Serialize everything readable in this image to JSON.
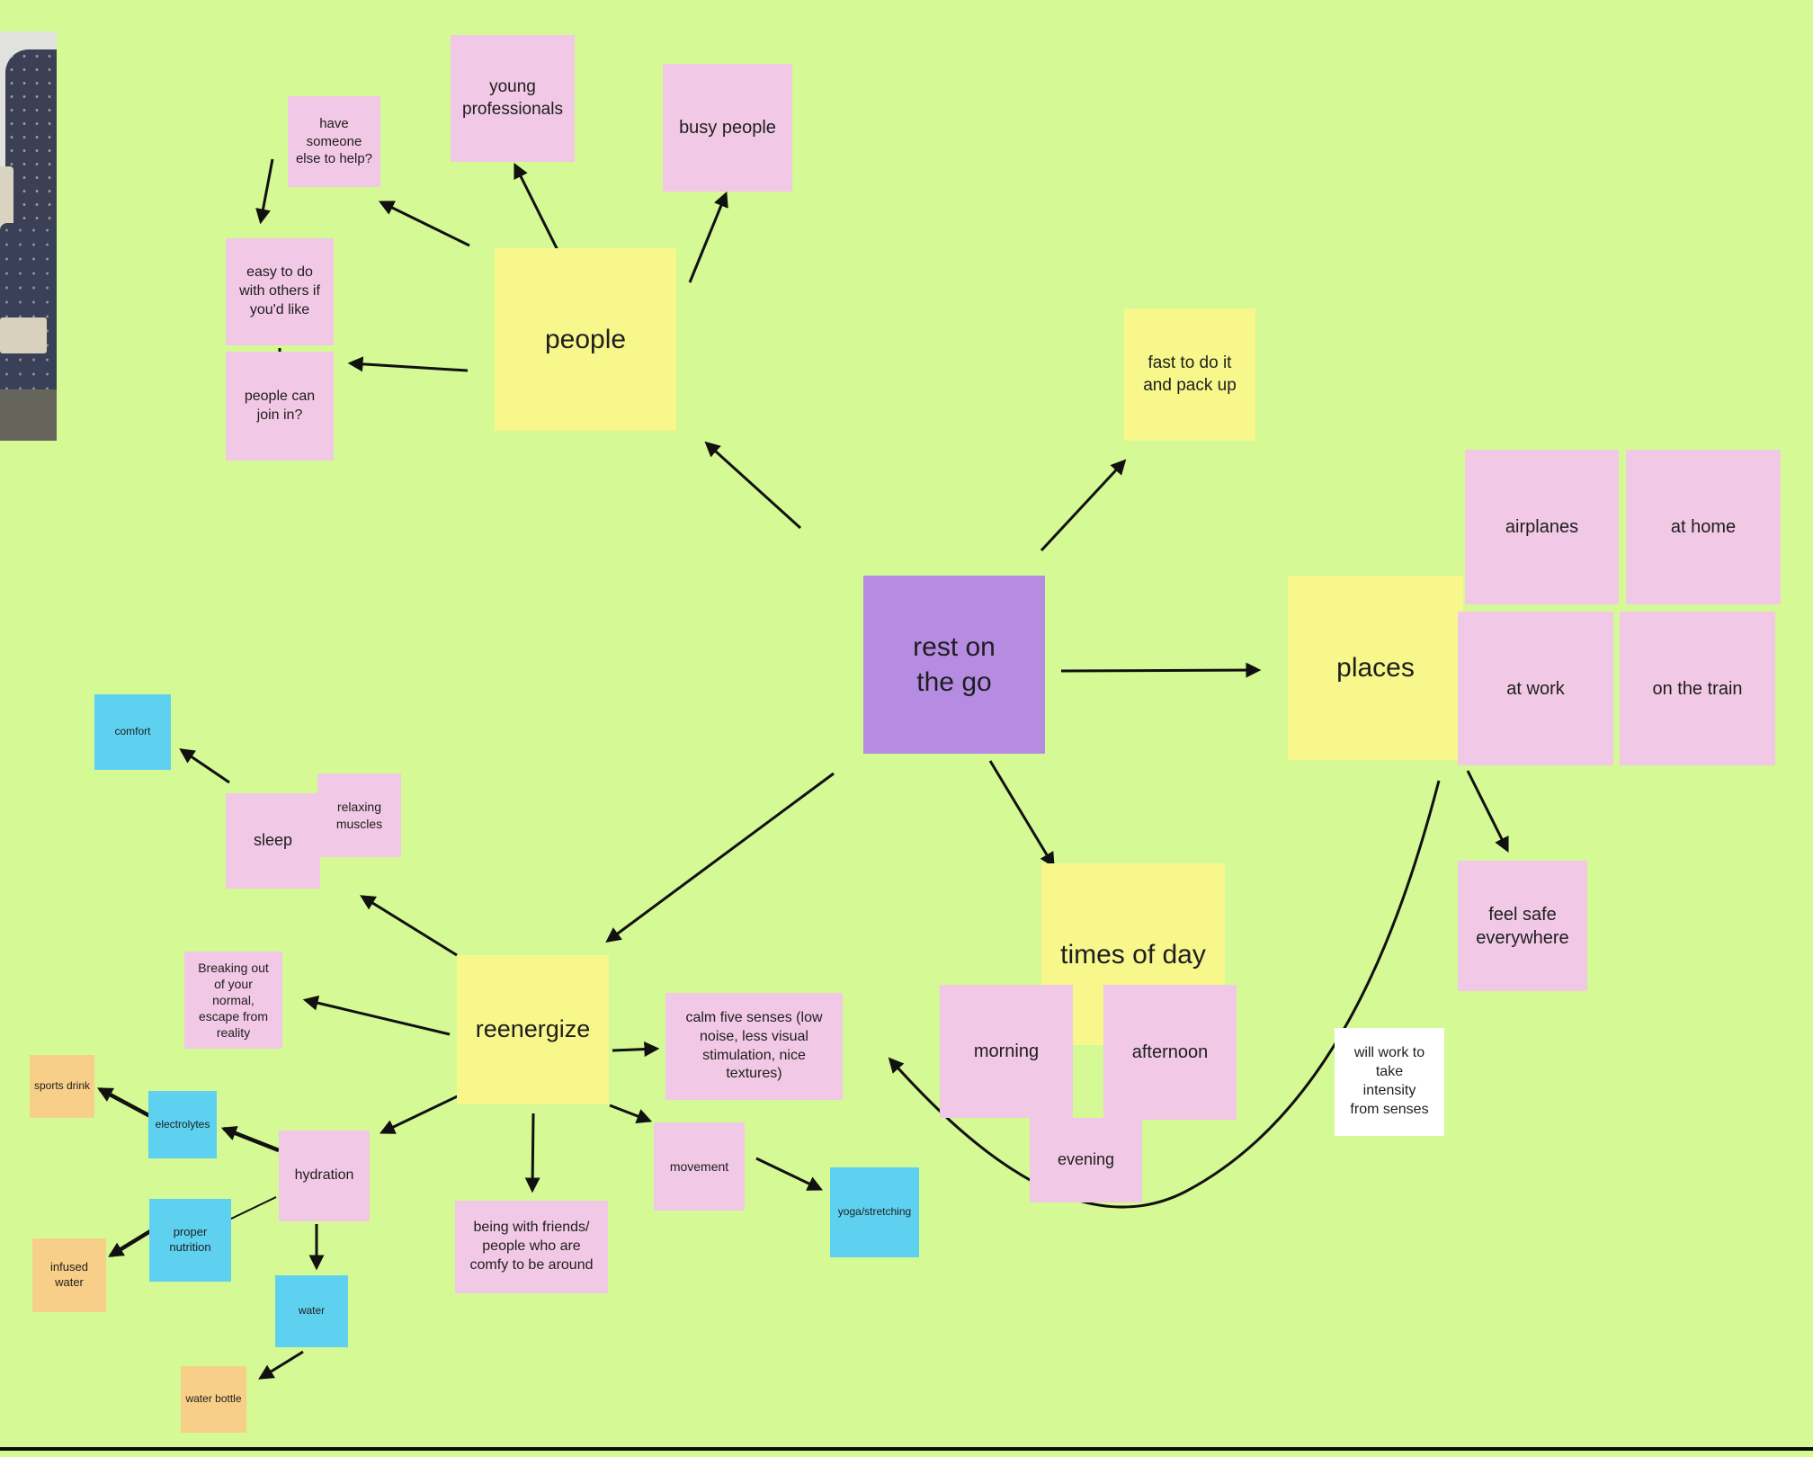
{
  "palette": {
    "canvas_green": "#d5f994",
    "sticky_yellow": "#f7f78c",
    "sticky_pink": "#f1c8e5",
    "sticky_purple": "#b58ce2",
    "sticky_blue": "#5ed1f1",
    "sticky_orange": "#f8cf88",
    "sticky_white": "#ffffff",
    "connector_black": "#111111"
  },
  "images": {
    "airplane_seat": {
      "name": "airplane-seat-photo"
    }
  },
  "notes": {
    "rest_on_the_go": {
      "text": "rest on\nthe go",
      "color": "purple"
    },
    "people": {
      "text": "people",
      "color": "yellow"
    },
    "places": {
      "text": "places",
      "color": "yellow"
    },
    "times_of_day": {
      "text": "times of day",
      "color": "yellow"
    },
    "reenergize": {
      "text": "reenergize",
      "color": "yellow"
    },
    "fast_to_do": {
      "text": "fast to do it\nand pack up",
      "color": "yellow"
    },
    "have_someone": {
      "text": "have\nsomeone\nelse to help?",
      "color": "pink"
    },
    "young_professionals": {
      "text": "young\nprofessionals",
      "color": "pink"
    },
    "busy_people": {
      "text": "busy people",
      "color": "pink"
    },
    "easy_to_do": {
      "text": "easy to do\nwith others if\nyou'd like",
      "color": "pink"
    },
    "people_can_join": {
      "text": "people can\njoin in?",
      "color": "pink"
    },
    "airplanes": {
      "text": "airplanes",
      "color": "pink"
    },
    "at_home": {
      "text": "at home",
      "color": "pink"
    },
    "at_work": {
      "text": "at work",
      "color": "pink"
    },
    "on_the_train": {
      "text": "on the train",
      "color": "pink"
    },
    "feel_safe": {
      "text": "feel safe\neverywhere",
      "color": "pink"
    },
    "will_work": {
      "text": "will work to\ntake\nintensity\nfrom senses",
      "color": "white"
    },
    "morning": {
      "text": "morning",
      "color": "pink"
    },
    "afternoon": {
      "text": "afternoon",
      "color": "pink"
    },
    "evening": {
      "text": "evening",
      "color": "pink"
    },
    "comfort": {
      "text": "comfort",
      "color": "blue"
    },
    "sleep": {
      "text": "sleep",
      "color": "pink"
    },
    "relaxing_muscles": {
      "text": "relaxing\nmuscles",
      "color": "pink"
    },
    "breaking_out": {
      "text": "Breaking out\nof your\nnormal,\nescape from\nreality",
      "color": "pink"
    },
    "calm_five_senses": {
      "text": "calm five senses (low\nnoise, less visual\nstimulation, nice\ntextures)",
      "color": "pink"
    },
    "movement": {
      "text": "movement",
      "color": "pink"
    },
    "yoga_stretching": {
      "text": "yoga/stretching",
      "color": "blue"
    },
    "electrolytes": {
      "text": "electrolytes",
      "color": "blue"
    },
    "sports_drink": {
      "text": "sports drink",
      "color": "orange"
    },
    "hydration": {
      "text": "hydration",
      "color": "pink"
    },
    "proper_nutrition": {
      "text": "proper\nnutrition",
      "color": "blue"
    },
    "infused_water": {
      "text": "infused\nwater",
      "color": "orange"
    },
    "water": {
      "text": "water",
      "color": "blue"
    },
    "water_bottle": {
      "text": "water bottle",
      "color": "orange"
    },
    "being_with_friends": {
      "text": "being with friends/\npeople who are\ncomfy to be around",
      "color": "pink"
    }
  },
  "connectors": [
    {
      "from": "people",
      "to": "have_someone"
    },
    {
      "from": "people",
      "to": "young_professionals"
    },
    {
      "from": "people",
      "to": "busy_people"
    },
    {
      "from": "people",
      "to": "people_can_join"
    },
    {
      "from": "have_someone",
      "to": "easy_to_do"
    },
    {
      "from": "easy_to_do",
      "to": "people_can_join"
    },
    {
      "from": "rest_on_the_go",
      "to": "people"
    },
    {
      "from": "rest_on_the_go",
      "to": "fast_to_do"
    },
    {
      "from": "rest_on_the_go",
      "to": "places"
    },
    {
      "from": "rest_on_the_go",
      "to": "times_of_day"
    },
    {
      "from": "rest_on_the_go",
      "to": "reenergize"
    },
    {
      "from": "places",
      "to": "feel_safe"
    },
    {
      "from": "places",
      "to": "calm_five_senses",
      "style": "curved"
    },
    {
      "from": "reenergize",
      "to": "sleep"
    },
    {
      "from": "reenergize",
      "to": "breaking_out"
    },
    {
      "from": "reenergize",
      "to": "calm_five_senses"
    },
    {
      "from": "reenergize",
      "to": "movement"
    },
    {
      "from": "reenergize",
      "to": "hydration"
    },
    {
      "from": "reenergize",
      "to": "being_with_friends"
    },
    {
      "from": "hydration",
      "to": "electrolytes"
    },
    {
      "from": "hydration",
      "to": "water"
    },
    {
      "from": "hydration",
      "to": "proper_nutrition",
      "style": "plain-line"
    },
    {
      "from": "electrolytes",
      "to": "sports_drink"
    },
    {
      "from": "proper_nutrition",
      "to": "infused_water"
    },
    {
      "from": "water",
      "to": "water_bottle"
    },
    {
      "from": "movement",
      "to": "yoga_stretching"
    },
    {
      "from": "sleep",
      "to": "comfort"
    }
  ]
}
